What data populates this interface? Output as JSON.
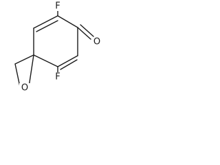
{
  "molecule": {
    "atoms": {
      "fluorine_top": "F",
      "oxygen_carbonyl": "O",
      "fluorine_bottom": "F",
      "oxygen_epoxide": "O"
    }
  }
}
